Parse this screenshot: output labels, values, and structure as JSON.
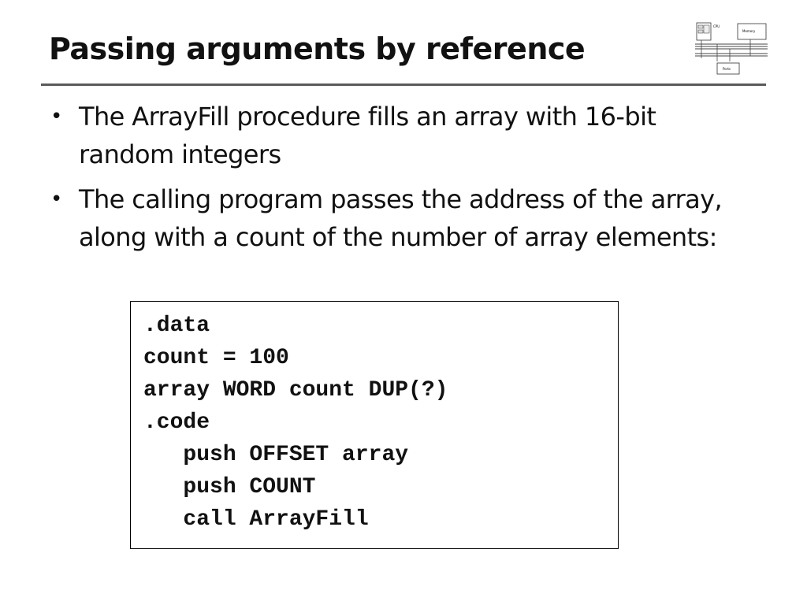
{
  "slide": {
    "title": "Passing arguments by reference",
    "bullets": [
      "The ArrayFill procedure fills an array with 16-bit random integers",
      "The calling program passes the address of the array, along with a count of the number of array elements:"
    ],
    "code_lines": [
      ".data",
      "count = 100",
      "array WORD count DUP(?)",
      ".code",
      "   push OFFSET array",
      "   push COUNT",
      "   call ArrayFill"
    ],
    "logo": {
      "icon": "computer-architecture-diagram-icon",
      "labels": [
        "CPU",
        "Memory",
        "Ports"
      ]
    }
  },
  "colors": {
    "title_rule": "#5a5a5a",
    "text": "#111111",
    "background": "#ffffff"
  }
}
